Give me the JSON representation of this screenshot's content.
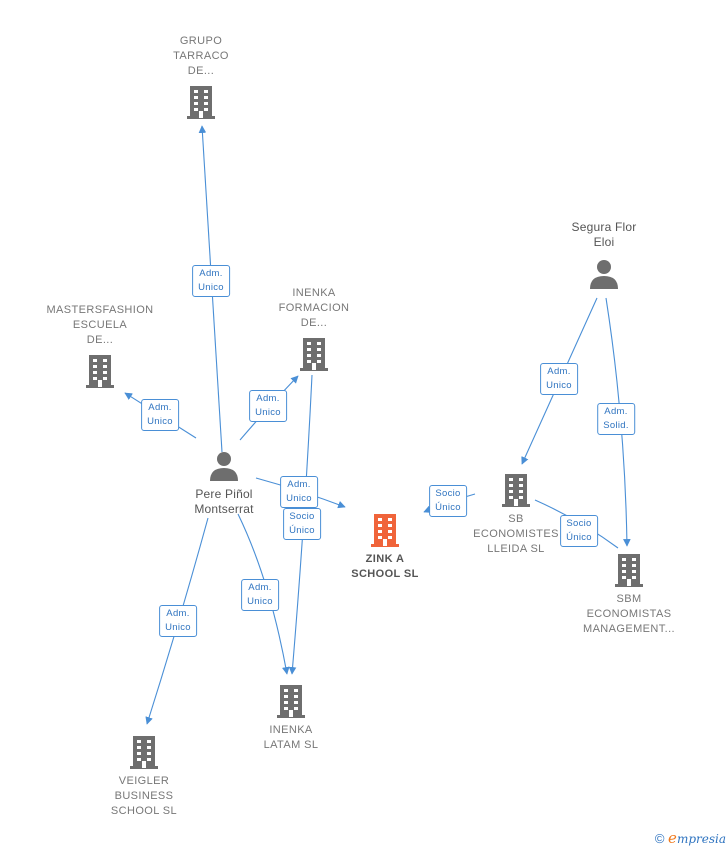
{
  "nodes": {
    "grupo_tarraco": {
      "label": "GRUPO\nTARRACO\nDE...",
      "icon": "building-icon"
    },
    "mastersfashion": {
      "label": "MASTERSFASHION\nESCUELA\nDE...",
      "icon": "building-icon"
    },
    "inenka_formacion": {
      "label": "INENKA\nFORMACION\nDE...",
      "icon": "building-icon"
    },
    "pere_pinol": {
      "label": "Pere Piñol\nMontserrat",
      "icon": "person-icon"
    },
    "zink_a_school": {
      "label": "ZINK A\nSCHOOL  SL",
      "icon": "building-icon"
    },
    "segura_flor": {
      "label": "Segura Flor\nEloi",
      "icon": "person-icon"
    },
    "sb_economistes": {
      "label": "SB\nECONOMISTES\nLLEIDA SL",
      "icon": "building-icon"
    },
    "sbm_economistas": {
      "label": "SBM\nECONOMISTAS\nMANAGEMENT...",
      "icon": "building-icon"
    },
    "inenka_latam": {
      "label": "INENKA\nLATAM  SL",
      "icon": "building-icon"
    },
    "veigler": {
      "label": "VEIGLER\nBUSINESS\nSCHOOL  SL",
      "icon": "building-icon"
    }
  },
  "edges": [
    {
      "id": "e1",
      "label": "Adm.\nUnico"
    },
    {
      "id": "e2",
      "label": "Adm.\nUnico"
    },
    {
      "id": "e3",
      "label": "Adm.\nUnico"
    },
    {
      "id": "e4",
      "label": "Adm.\nUnico"
    },
    {
      "id": "e5",
      "label": "Socio\nÚnico"
    },
    {
      "id": "e6",
      "label": "Adm.\nUnico"
    },
    {
      "id": "e7",
      "label": "Adm.\nUnico"
    },
    {
      "id": "e8",
      "label": "Socio\nÚnico"
    },
    {
      "id": "e9",
      "label": "Adm.\nUnico"
    },
    {
      "id": "e10",
      "label": "Adm.\nSolid."
    },
    {
      "id": "e11",
      "label": "Socio\nÚnico"
    }
  ],
  "colors": {
    "edge": "#4a8fd6",
    "building": "#6e6e6e",
    "focus": "#f0643a",
    "person": "#6e6e6e"
  },
  "footer": {
    "copyright": "©",
    "brand_initial": "e",
    "brand_rest": "mpresia"
  }
}
